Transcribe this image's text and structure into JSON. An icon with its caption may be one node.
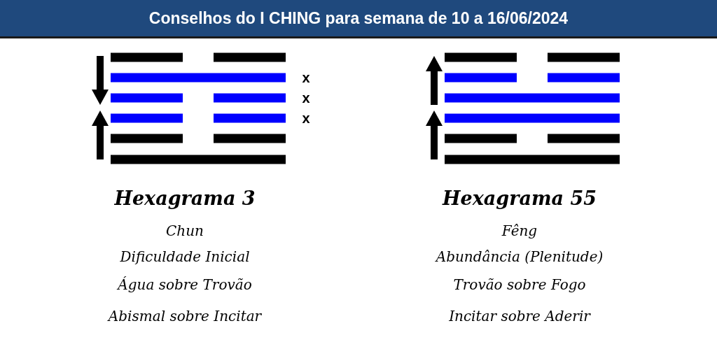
{
  "diagram": {
    "title": "Conselhos do I CHING para semana de 10 a 16/06/2024",
    "labels": [
      "x",
      "x",
      "x",
      "Hexagrama 3",
      "Chun",
      "Dificuldade Inicial",
      "Água sobre Trovão",
      "Abismal sobre Incitar",
      "Hexagrama 55",
      "Fêng",
      "Abundância (Plenitude)",
      "Trovão sobre Fogo",
      "Incitar sobre Aderir"
    ]
  }
}
